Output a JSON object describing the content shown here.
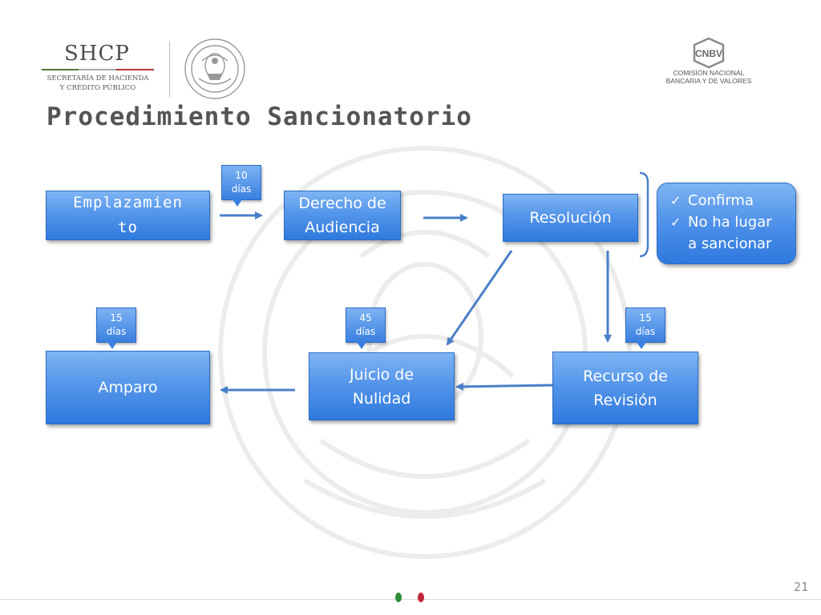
{
  "header": {
    "shcp_title": "SHCP",
    "shcp_subtitle": "SECRETARÍA DE HACIENDA\nY CRÉDITO PÚBLICO",
    "cnbv_title": "CNBV",
    "cnbv_subtitle": "COMISIÓN NACIONAL\nBANCARIA Y DE VALORES"
  },
  "page": {
    "title": "Procedimiento Sancionatorio",
    "number": "21"
  },
  "diagram": {
    "boxes": {
      "emplazamiento": "Emplazamien\nto",
      "derecho_audiencia": "Derecho de\nAudiencia",
      "resolucion": "Resolución",
      "amparo": "Amparo",
      "juicio_nulidad": "Juicio de\nNulidad",
      "recurso_revision": "Recurso de\nRevisión"
    },
    "callouts": {
      "c10": "10\ndías",
      "c15_amparo": "15\ndías",
      "c45": "45\ndías",
      "c15_recurso": "15\ndías"
    },
    "outcomes": [
      "Confirma",
      "No ha lugar\na sancionar"
    ]
  },
  "colors": {
    "box_blue": "#5596ea",
    "arrow_blue": "#4a7fc8",
    "title_gray": "#555555",
    "flag_green": "#2e8b3a",
    "flag_red": "#c0283a"
  }
}
